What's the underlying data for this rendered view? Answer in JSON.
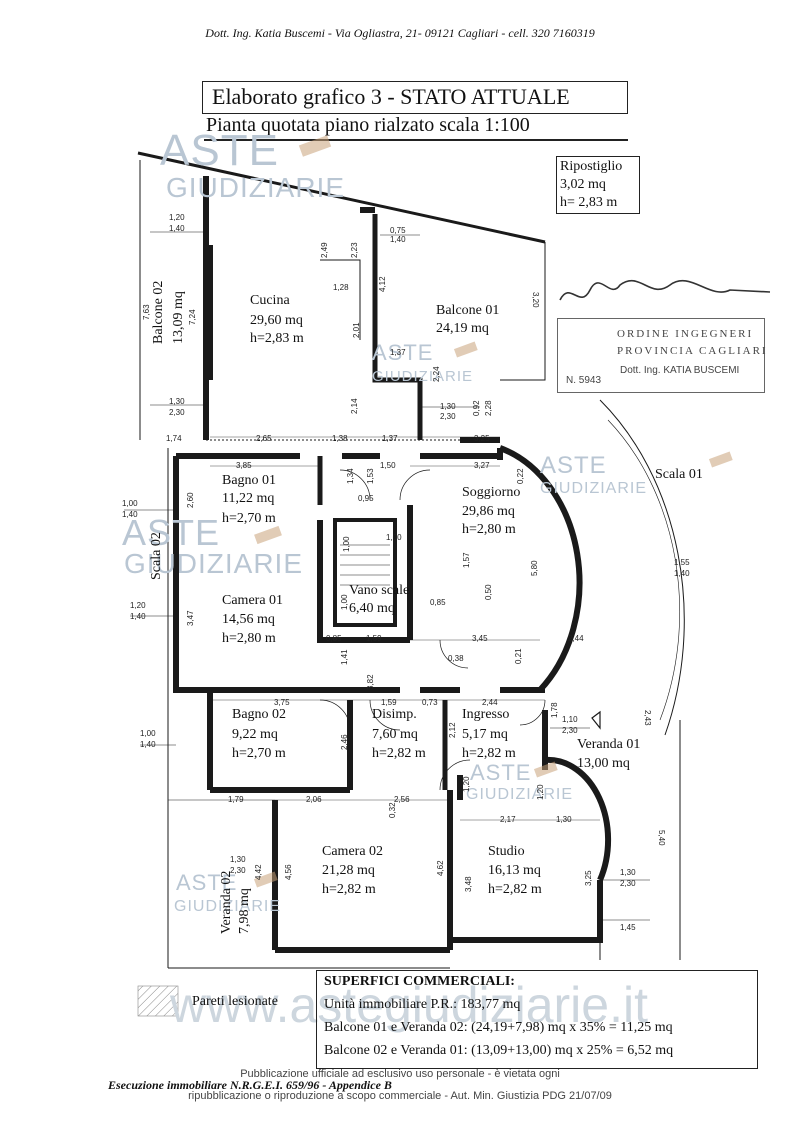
{
  "header": "Dott. Ing. Katia Buscemi - Via Ogliastra, 21- 09121 Cagliari - cell. 320 7160319",
  "title": {
    "line1": "Elaborato grafico 3 - STATO ATTUALE",
    "line2": "Pianta quotata piano rialzato  scala 1:100"
  },
  "rooms": {
    "ripostiglio": [
      "Ripostiglio",
      "3,02 mq",
      "h= 2,83 m"
    ],
    "cucina": [
      "Cucina",
      "29,60 mq",
      "h=2,83 m"
    ],
    "balcone01": [
      "Balcone 01",
      "24,19 mq"
    ],
    "balcone02": [
      "Balcone 02",
      "13,09 mq"
    ],
    "bagno01": [
      "Bagno 01",
      "11,22 mq",
      "h=2,70 m"
    ],
    "soggiorno": [
      "Soggiorno",
      "29,86 mq",
      "h=2,80 m"
    ],
    "scala01": "Scala 01",
    "scala02": "Scala 02",
    "vano": [
      "Vano scale",
      "6,40 mq"
    ],
    "camera01": [
      "Camera 01",
      "14,56 mq",
      "h=2,80 m"
    ],
    "bagno02": [
      "Bagno 02",
      "9,22 mq",
      "h=2,70 m"
    ],
    "disimp": [
      "Disimp.",
      "7,60 mq",
      "h=2,82 m"
    ],
    "ingresso": [
      "Ingresso",
      "5,17 mq",
      "h=2,82 m"
    ],
    "veranda01": [
      "Veranda 01",
      "13,00 mq"
    ],
    "camera02": [
      "Camera 02",
      "21,28 mq",
      "h=2,82 m"
    ],
    "studio": [
      "Studio",
      "16,13 mq",
      "h=2,82 m"
    ],
    "veranda02": [
      "Veranda 02",
      "7,98 mq"
    ]
  },
  "dims": {
    "d1": "1,20",
    "d2": "1,40",
    "d3": "0,75",
    "d4": "1,40",
    "d5": "2,49",
    "d6": "2,23",
    "d7": "1,28",
    "d8": "4,12",
    "d9": "7,63",
    "d10": "7,24",
    "d11": "3,20",
    "d12": "2,01",
    "d13": "1,37",
    "d14": "2,24",
    "d15": "1,30",
    "d16": "2,30",
    "d17": "2,14",
    "d18": "1,30",
    "d19": "2,30",
    "d20": "0,92",
    "d21": "2,28",
    "d22": "1,74",
    "d23": "2,65",
    "d24": "1,38",
    "d25": "1,37",
    "d26": "3,25",
    "d27": "3,85",
    "d28": "1,34",
    "d29": "1,53",
    "d30": "1,50",
    "d31": "3,27",
    "d32": "0,22",
    "d33": "1,00",
    "d34": "1,40",
    "d35": "2,60",
    "d36": "0,95",
    "d37": "1,00",
    "d38": "1,00",
    "d39": "1,57",
    "d40": "5,80",
    "d41": "1,55",
    "d42": "1,40",
    "d43": "1,00",
    "d44": "0,85",
    "d45": "0,50",
    "d46": "1,20",
    "d47": "1,40",
    "d48": "3,47",
    "d49": "0,85",
    "d50": "1,59",
    "d51": "3,45",
    "d52": "2,44",
    "d53": "0,38",
    "d54": "0,21",
    "d55": "1,41",
    "d56": "3,82",
    "d57": "3,75",
    "d58": "1,59",
    "d59": "0,73",
    "d60": "2,44",
    "d61": "1,78",
    "d62": "1,10",
    "d63": "2,30",
    "d64": "2,43",
    "d65": "1,00",
    "d66": "1,40",
    "d67": "2,46",
    "d68": "2,12",
    "d69": "1,79",
    "d70": "2,06",
    "d71": "2,56",
    "d72": "0,32",
    "d73": "1,20",
    "d74": "1,20",
    "d75": "2,17",
    "d76": "1,30",
    "d77": "5,40",
    "d78": "1,30",
    "d79": "2,30",
    "d80": "1,30",
    "d81": "2,30",
    "d82": "4,56",
    "d83": "4,62",
    "d84": "3,48",
    "d85": "3,25",
    "d86": "1,45",
    "d87": "4,42"
  },
  "stamp": {
    "line1": "ORDINE INGEGNERI",
    "line2": "PROVINCIA CAGLIARI",
    "number": "N. 5943",
    "name": "Dott. Ing. KATIA BUSCEMI"
  },
  "legend": "Pareti lesionate",
  "superfici": {
    "title": "SUPERFICI COMMERCIALI:",
    "rows": [
      "Unità immobiliare P.R.: 183,77 mq",
      "Balcone 01 e Veranda 02: (24,19+7,98) mq x 35% = 11,25 mq",
      "Balcone 02 e Veranda 01: (13,09+13,00) mq x 25% = 6,52 mq"
    ]
  },
  "footer": {
    "left": "Esecuzione immobiliare N.R.G.E.I. 659/96 - Appendice B",
    "line1": "Pubblicazione ufficiale ad esclusivo uso personale - è vietata ogni",
    "line2": "ripubblicazione o riproduzione a scopo commerciale - Aut. Min. Giustizia PDG 21/07/09"
  },
  "watermark": {
    "aste": "ASTE",
    "giudiziarie": "GIUDIZIARIE",
    "url": "www.astegiudiziarie.it"
  },
  "colors": {
    "wall": "#1a1a1a",
    "watermark": "#b9c6d3",
    "gavel": "#c9a27a"
  }
}
